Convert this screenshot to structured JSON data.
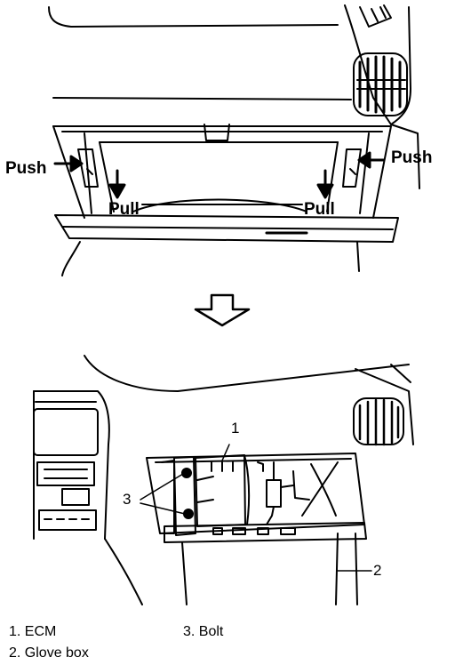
{
  "top_figure": {
    "push_left": "Push",
    "push_right": "Push",
    "pull_left": "Pull",
    "pull_right": "Pull"
  },
  "bottom_figure": {
    "callout_1": "1",
    "callout_2": "2",
    "callout_3": "3"
  },
  "legend": {
    "item1": "1. ECM",
    "item2": "2. Glove box",
    "item3": "3. Bolt"
  }
}
